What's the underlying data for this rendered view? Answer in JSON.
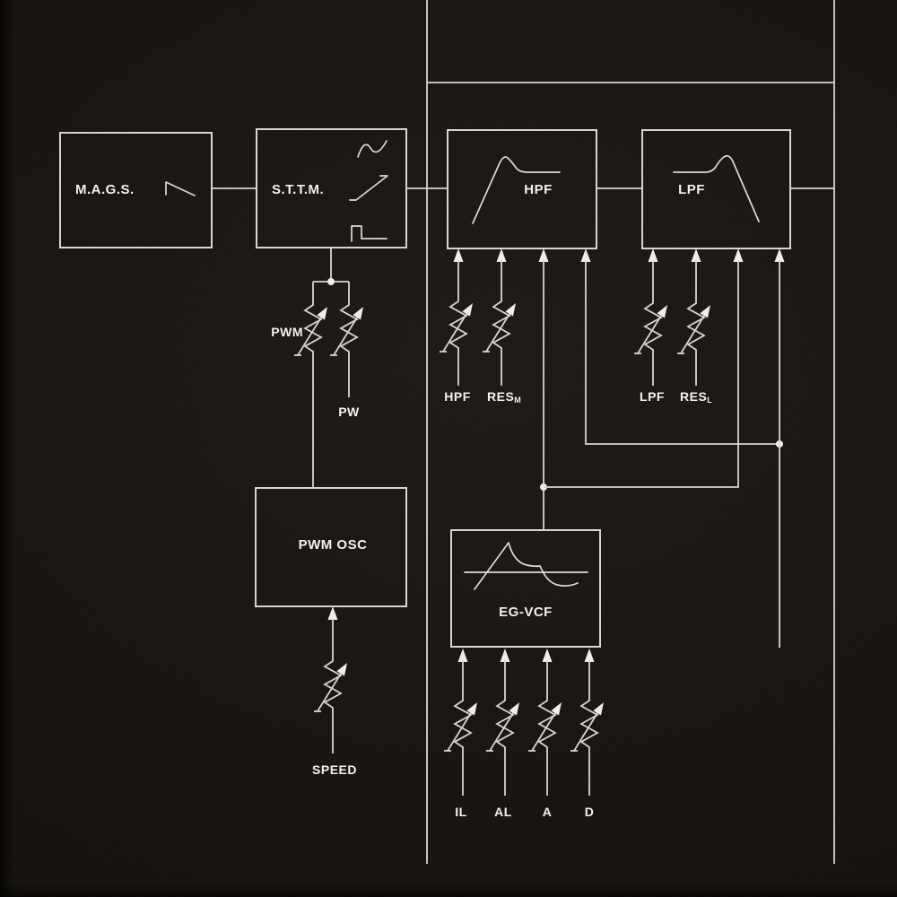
{
  "artwork": {
    "title_block": "M.A.G.S.",
    "colors": {
      "background": "#171411",
      "line": "#d8d6d2",
      "text": "#f4f3f0"
    },
    "blocks": {
      "mags": {
        "label": "M.A.G.S.",
        "icon": "saw-wave-icon"
      },
      "sttm": {
        "label": "S.T.T.M.",
        "icons": [
          "sine-wave-icon",
          "saw-wave-icon",
          "pulse-wave-icon"
        ]
      },
      "hpf": {
        "label": "HPF",
        "icon": "highpass-response-curve-icon"
      },
      "lpf": {
        "label": "LPF",
        "icon": "lowpass-response-curve-icon"
      },
      "pwm_osc": {
        "label": "PWM OSC"
      },
      "eg_vcf": {
        "label": "EG-VCF",
        "icon": "envelope-curve-icon"
      }
    },
    "pots": {
      "pwm": {
        "label": "PWM"
      },
      "pw": {
        "label": "PW"
      },
      "hpf": {
        "label": "HPF"
      },
      "res_m": {
        "label": "RES",
        "subscript": "M"
      },
      "lpf": {
        "label": "LPF"
      },
      "res_l": {
        "label": "RES",
        "subscript": "L"
      },
      "speed": {
        "label": "SPEED"
      },
      "il": {
        "label": "IL"
      },
      "al": {
        "label": "AL"
      },
      "a": {
        "label": "A"
      },
      "d": {
        "label": "D"
      }
    }
  }
}
